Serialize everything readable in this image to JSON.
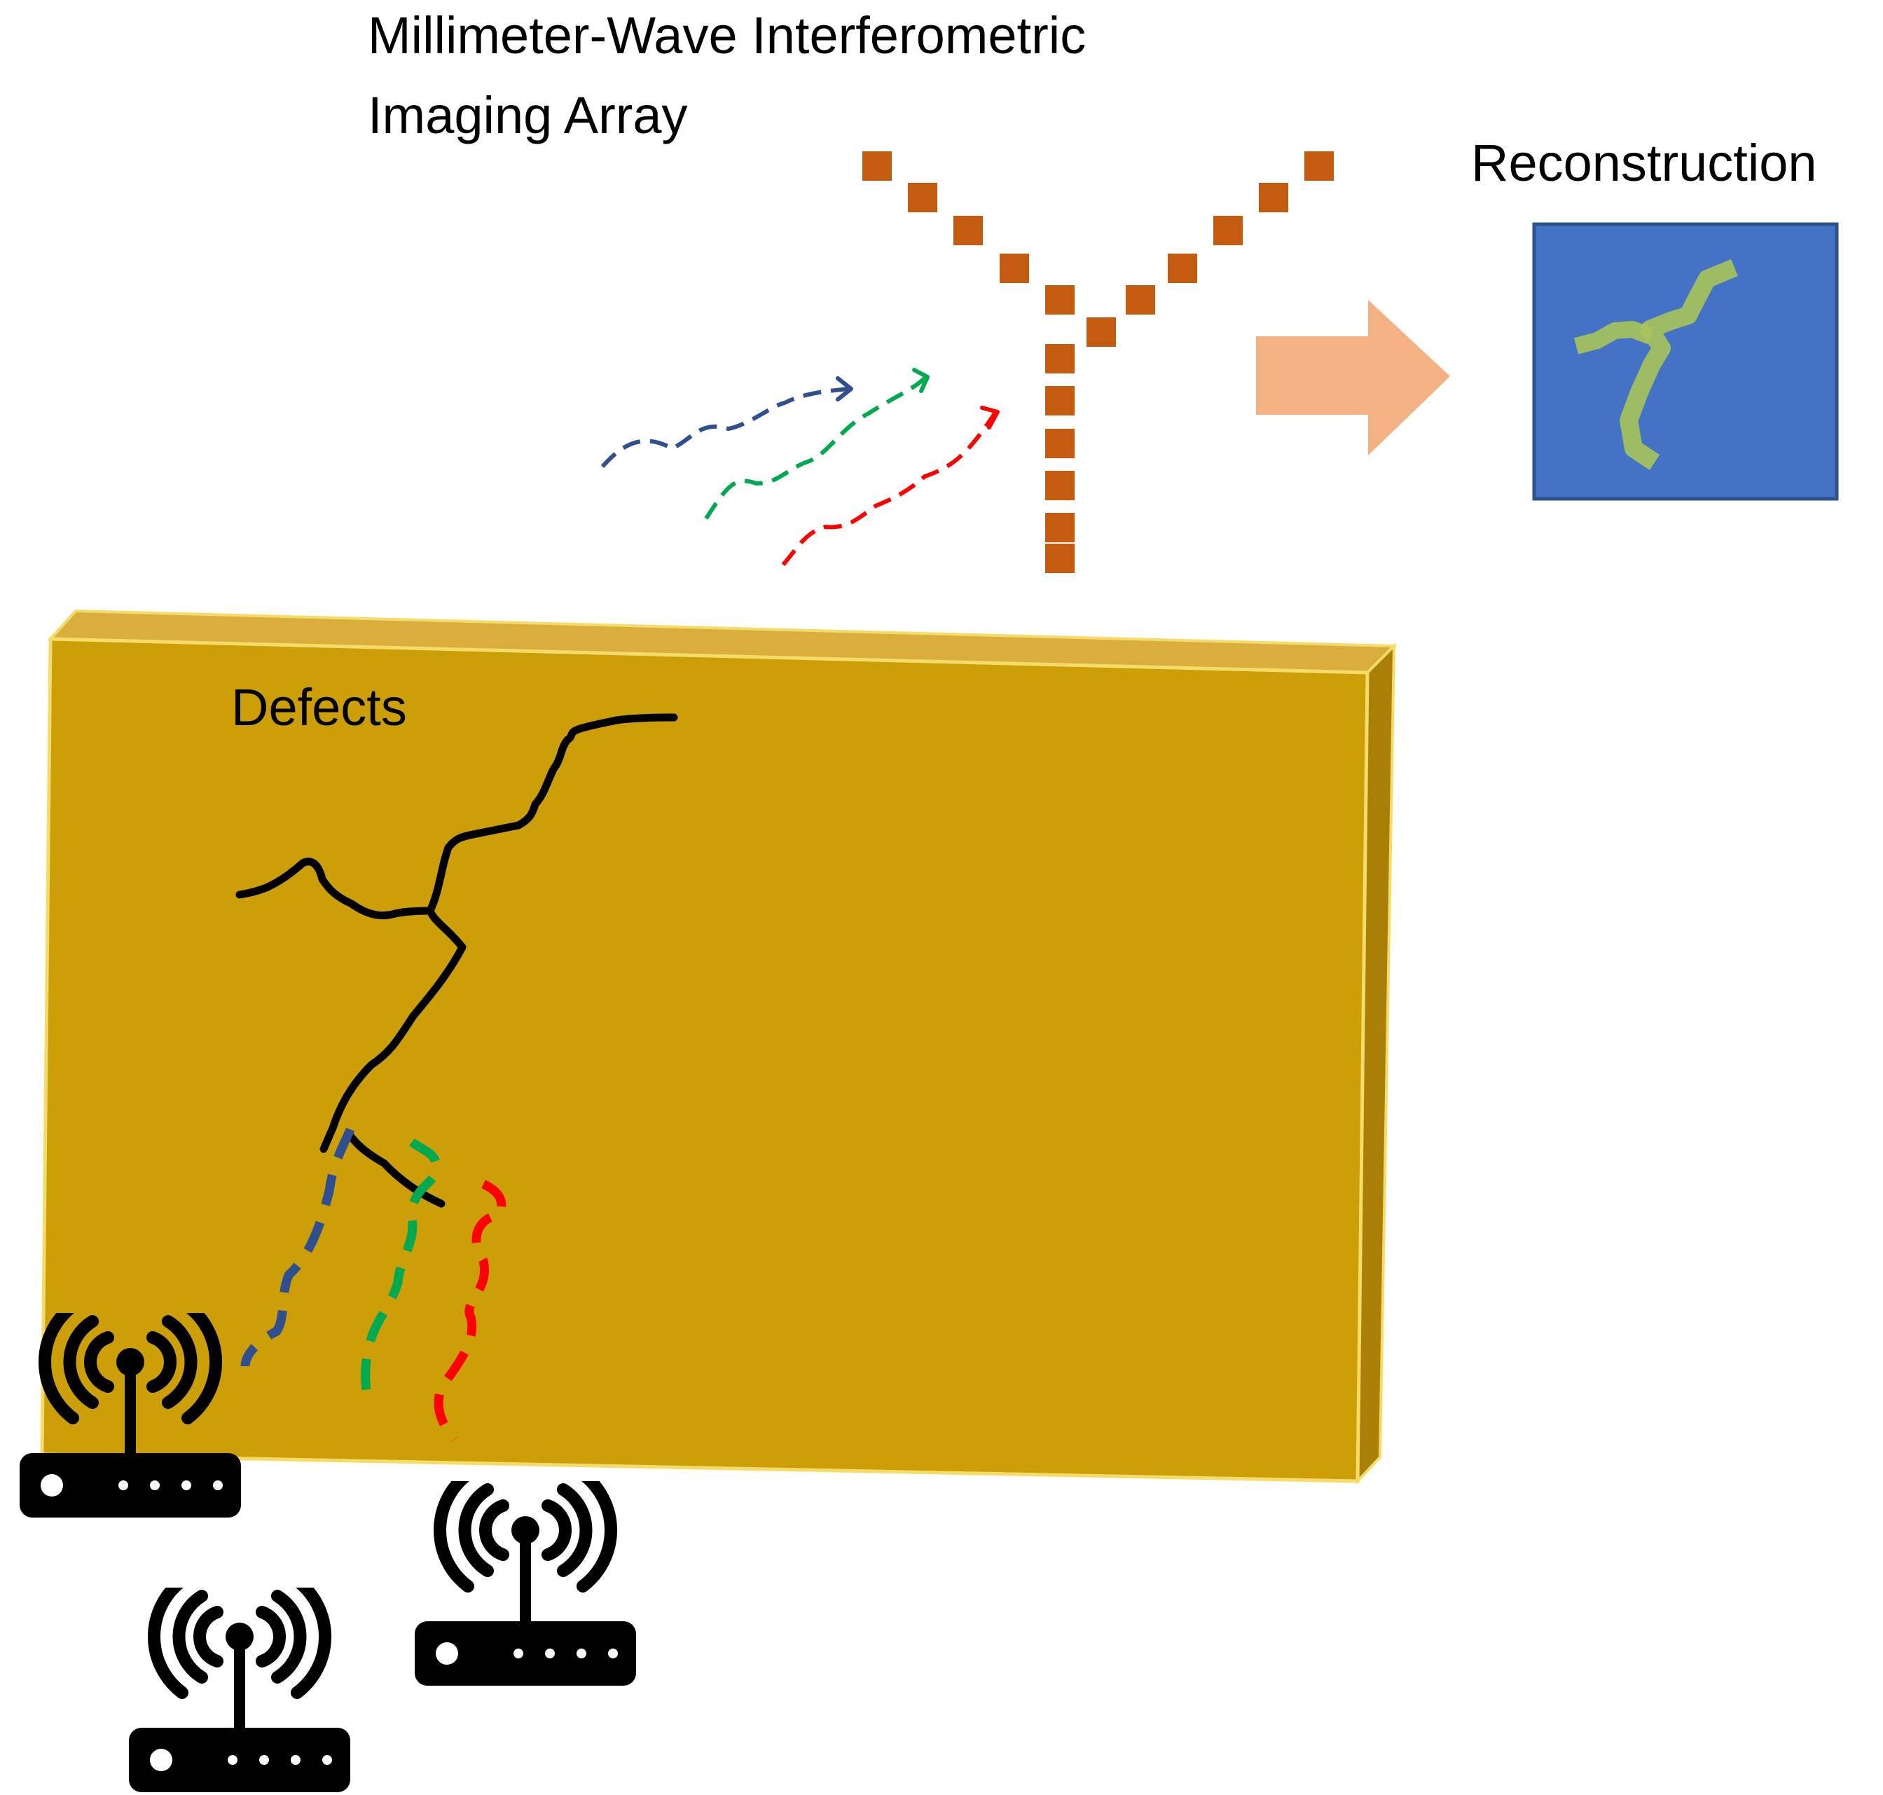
{
  "title": {
    "line1": "Millimeter-Wave Interferometric",
    "line2": "Imaging Array"
  },
  "reconstruction_label": "Reconstruction",
  "defects_label": "Defects",
  "colors": {
    "slab_front": "#CC9F08",
    "slab_top": "#D9AE3C",
    "slab_side": "#A97F07",
    "slab_edge": "#F5DC6A",
    "array_element": "#C55A11",
    "arrow": "#F4B183",
    "recon_background": "#4472C4",
    "recon_border": "#2F528F",
    "recon_defect": "#A9C45A",
    "wave_blue": "#2F4F8F",
    "wave_green": "#00A84F",
    "wave_red": "#FF0000",
    "crack": "#000000",
    "router": "#000000"
  },
  "icons": [
    "router-icon",
    "router-icon",
    "router-icon"
  ]
}
